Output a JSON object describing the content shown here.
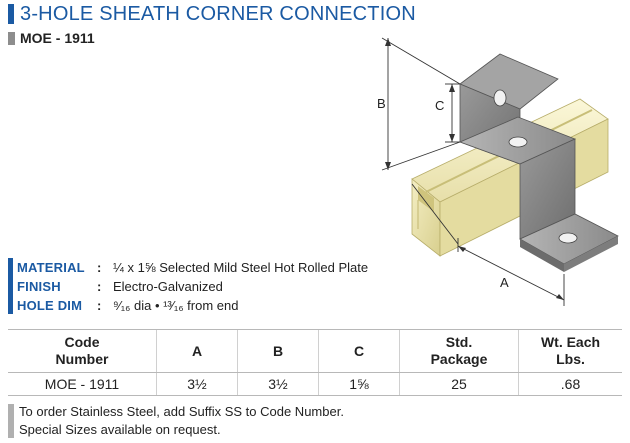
{
  "colors": {
    "accent": "#1b5aa3",
    "grey": "#8d8d8d"
  },
  "header": {
    "title": "3-HOLE SHEATH CORNER CONNECTION",
    "code": "MOE - 1911"
  },
  "diagram": {
    "dim_a": "A",
    "dim_b": "B",
    "dim_c": "C"
  },
  "specs": [
    {
      "label": "MATERIAL",
      "colon": ":",
      "value": "¼ x 1⅝ Selected Mild Steel Hot Rolled Plate"
    },
    {
      "label": "FINISH",
      "colon": ":",
      "value": "Electro-Galvanized"
    },
    {
      "label": "HOLE DIM",
      "colon": ":",
      "value": "⁹⁄₁₆ dia • ¹³⁄₁₆ from end"
    }
  ],
  "table": {
    "headers": [
      {
        "line1": "Code",
        "line2": "Number"
      },
      {
        "line1": "A",
        "line2": ""
      },
      {
        "line1": "B",
        "line2": ""
      },
      {
        "line1": "C",
        "line2": ""
      },
      {
        "line1": "Std.",
        "line2": "Package"
      },
      {
        "line1": "Wt. Each",
        "line2": "Lbs."
      }
    ],
    "rows": [
      [
        "MOE - 1911",
        "3½",
        "3½",
        "1⅝",
        "25",
        ".68"
      ]
    ]
  },
  "notes": [
    "To order Stainless Steel, add Suffix SS to Code Number.",
    "Special Sizes available on request."
  ]
}
